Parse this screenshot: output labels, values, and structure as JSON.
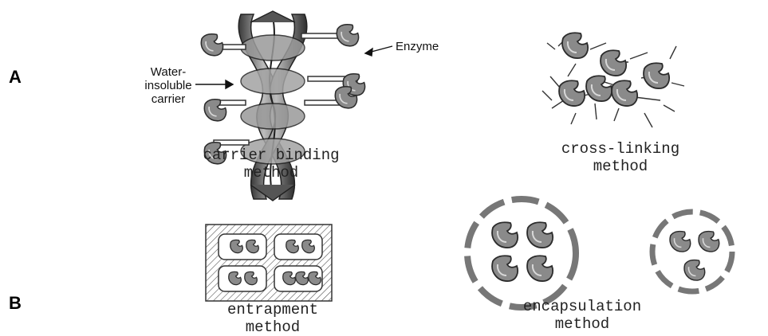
{
  "panel_labels": {
    "a": "A",
    "b": "B"
  },
  "callouts": {
    "enzyme": "Enzyme",
    "carrier_line1": "Water-",
    "carrier_line2": "insoluble",
    "carrier_line3": "carrier"
  },
  "captions": {
    "carrier_binding": {
      "line1": "carrier binding",
      "line2": "method"
    },
    "cross_linking": {
      "line1": "cross-linking",
      "line2": "method"
    },
    "entrapment": {
      "line1": "entrapment",
      "line2": "method"
    },
    "encapsulation": {
      "line1": "encapsulation",
      "line2": "method"
    }
  },
  "colors": {
    "enzyme_fill": "#8a8a8a",
    "carrier_fill": "#7a7a7a",
    "line": "#333333"
  }
}
